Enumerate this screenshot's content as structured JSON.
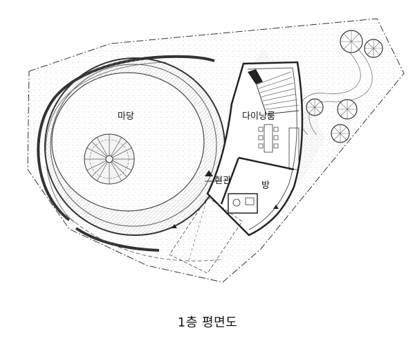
{
  "drawing": {
    "caption": "1층 평면도",
    "rooms": {
      "madang": "마당",
      "dining": "다이닝룸",
      "entrance": "현관",
      "room": "방"
    }
  }
}
